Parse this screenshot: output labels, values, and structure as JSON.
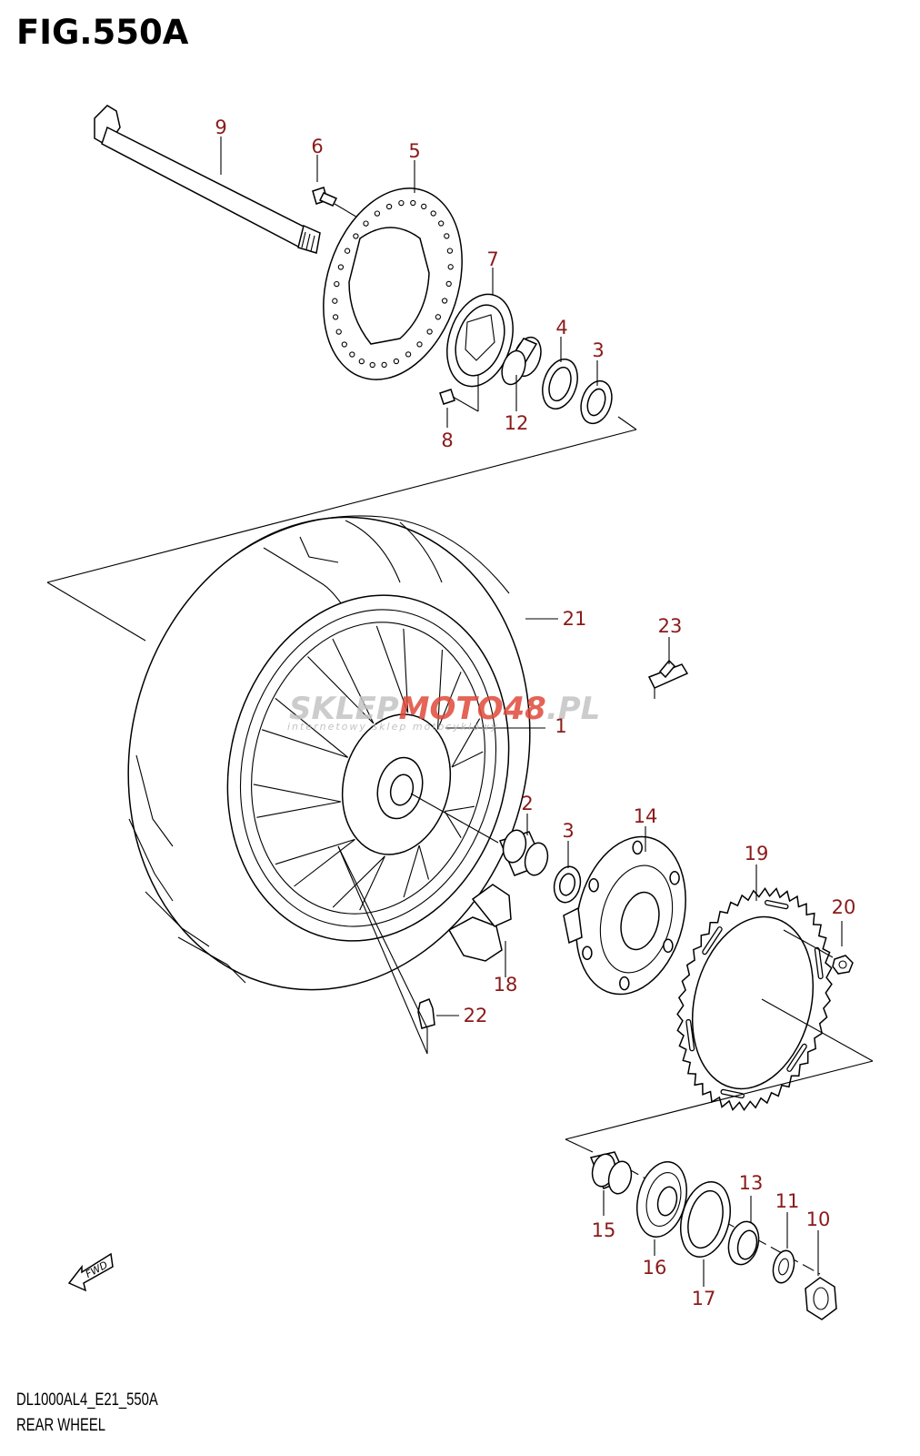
{
  "figure": {
    "title": "FIG.550A",
    "model_code": "DL1000AL4_E21_550A",
    "caption": "REAR WHEEL"
  },
  "callouts": [
    "1",
    "2",
    "3",
    "3",
    "4",
    "5",
    "6",
    "7",
    "8",
    "9",
    "10",
    "11",
    "12",
    "13",
    "14",
    "15",
    "16",
    "17",
    "18",
    "19",
    "20",
    "21",
    "22",
    "23"
  ],
  "watermark": {
    "brand": "SKLEPMOTO48.PL",
    "tagline": "internetowy sklep motocyklowy"
  },
  "fwd_arrow_label": "FWD",
  "colors": {
    "callout": "#8b1a1a",
    "line": "#000000",
    "watermark_red": "#e04a3a",
    "watermark_gray": "#c4c4c4"
  }
}
